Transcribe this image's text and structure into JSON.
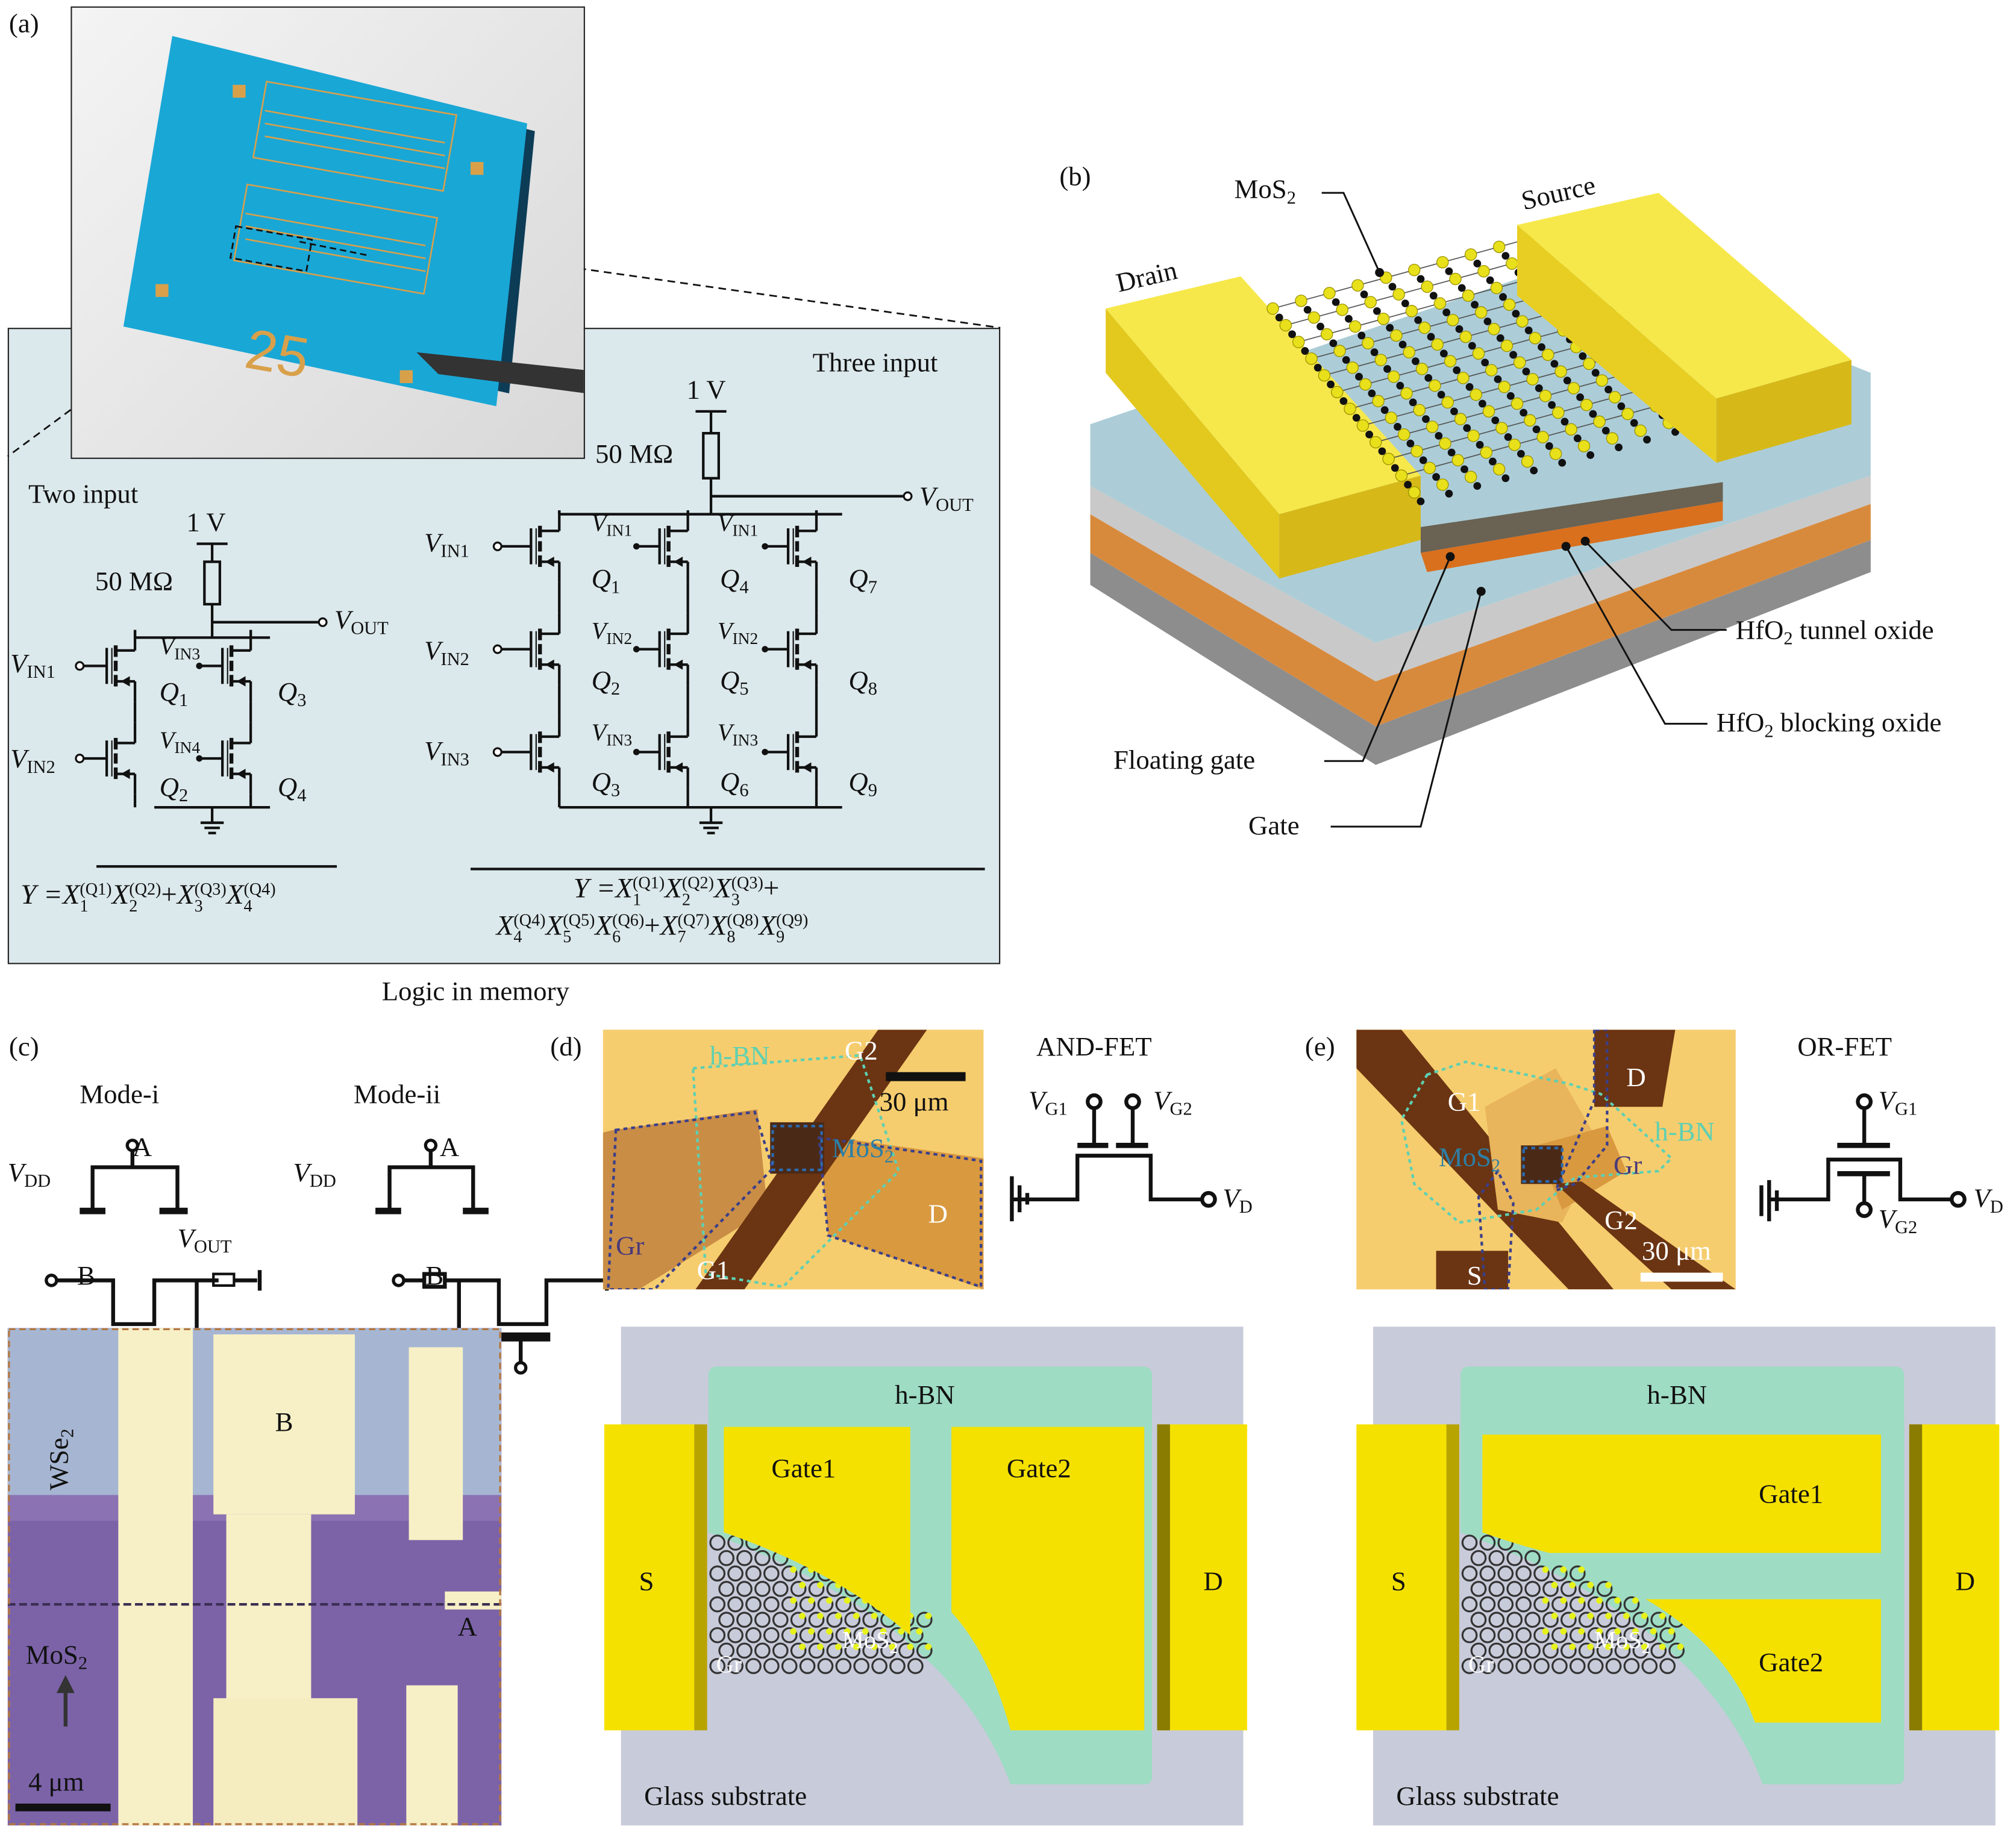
{
  "panel_a": {
    "label": "(a)",
    "chip_number": "25",
    "three_input": {
      "title": "Three input",
      "supply": "1 V",
      "resistor": "50 MΩ",
      "vout": {
        "t": "V",
        "s": "OUT"
      },
      "inputs": [
        {
          "t": "V",
          "s": "IN1"
        },
        {
          "t": "V",
          "s": "IN2"
        },
        {
          "t": "V",
          "s": "IN3"
        }
      ],
      "col2_inputs": [
        {
          "t": "V",
          "s": "IN1"
        },
        {
          "t": "V",
          "s": "IN2"
        },
        {
          "t": "V",
          "s": "IN3"
        }
      ],
      "col3_inputs": [
        {
          "t": "V",
          "s": "IN1"
        },
        {
          "t": "V",
          "s": "IN2"
        },
        {
          "t": "V",
          "s": "IN3"
        }
      ],
      "transistors": [
        {
          "t": "Q",
          "s": "1"
        },
        {
          "t": "Q",
          "s": "2"
        },
        {
          "t": "Q",
          "s": "3"
        },
        {
          "t": "Q",
          "s": "4"
        },
        {
          "t": "Q",
          "s": "5"
        },
        {
          "t": "Q",
          "s": "6"
        },
        {
          "t": "Q",
          "s": "7"
        },
        {
          "t": "Q",
          "s": "8"
        },
        {
          "t": "Q",
          "s": "9"
        }
      ],
      "equation_line1": [
        "Y = ",
        {
          "b": "X",
          "sub": "1",
          "sup": "(Q1)"
        },
        {
          "b": "X",
          "sub": "2",
          "sup": "(Q2)"
        },
        {
          "b": "X",
          "sub": "3",
          "sup": "(Q3)"
        },
        "+"
      ],
      "equation_line2": [
        {
          "b": "X",
          "sub": "4",
          "sup": "(Q4)"
        },
        {
          "b": "X",
          "sub": "5",
          "sup": "(Q5)"
        },
        {
          "b": "X",
          "sub": "6",
          "sup": "(Q6)"
        },
        "+",
        {
          "b": "X",
          "sub": "7",
          "sup": "(Q7)"
        },
        {
          "b": "X",
          "sub": "8",
          "sup": "(Q8)"
        },
        {
          "b": "X",
          "sub": "9",
          "sup": "(Q9)"
        }
      ]
    },
    "two_input": {
      "title": "Two input",
      "supply": "1 V",
      "resistor": "50 MΩ",
      "vout": {
        "t": "V",
        "s": "OUT"
      },
      "inputs": [
        {
          "t": "V",
          "s": "IN1"
        },
        {
          "t": "V",
          "s": "IN2"
        }
      ],
      "col2_inputs": [
        {
          "t": "V",
          "s": "IN3"
        },
        {
          "t": "V",
          "s": "IN4"
        }
      ],
      "transistors": [
        {
          "t": "Q",
          "s": "1"
        },
        {
          "t": "Q",
          "s": "2"
        },
        {
          "t": "Q",
          "s": "3"
        },
        {
          "t": "Q",
          "s": "4"
        }
      ],
      "equation": [
        "Y = ",
        {
          "b": "X",
          "sub": "1",
          "sup": "(Q1)"
        },
        {
          "b": "X",
          "sub": "2",
          "sup": "(Q2)"
        },
        "+",
        {
          "b": "X",
          "sub": "3",
          "sup": "(Q3)"
        },
        {
          "b": "X",
          "sub": "4",
          "sup": "(Q4)"
        }
      ]
    },
    "caption": "Logic in memory"
  },
  "panel_b": {
    "label": "(b)",
    "mos2": {
      "t": "MoS",
      "s": "2"
    },
    "source": "Source",
    "drain": "Drain",
    "tunnel_oxide": {
      "t": "HfO",
      "s": "2",
      "r": " tunnel oxide"
    },
    "blocking_oxide": {
      "t": "HfO",
      "s": "2",
      "r": " blocking oxide"
    },
    "floating_gate": "Floating gate",
    "gate": "Gate"
  },
  "panel_c": {
    "label": "(c)",
    "mode_i": "Mode-i",
    "mode_ii": "Mode-ii",
    "vdd": {
      "t": "V",
      "s": "DD"
    },
    "vout": {
      "t": "V",
      "s": "OUT"
    },
    "a": "A",
    "b": "B",
    "micrograph": {
      "wse2": {
        "t": "WSe",
        "s": "2"
      },
      "mos2": {
        "t": "MoS",
        "s": "2"
      },
      "b": "B",
      "a": "A",
      "scale": "4 μm"
    }
  },
  "panel_d": {
    "label": "(d)",
    "title": "AND-FET",
    "vg1": {
      "t": "V",
      "s": "G1"
    },
    "vg2": {
      "t": "V",
      "s": "G2"
    },
    "vd": {
      "t": "V",
      "s": "D"
    },
    "micrograph": {
      "hbn": "h-BN",
      "g2": "G2",
      "g1": "G1",
      "scale": "30 μm",
      "mos2": {
        "t": "MoS",
        "s": "2"
      },
      "d": "D",
      "gr": "Gr"
    },
    "render": {
      "hbn": "h-BN",
      "gate1": "Gate1",
      "gate2": "Gate2",
      "s": "S",
      "d": "D",
      "gr": "Gr",
      "mos2": {
        "t": "MoS",
        "s": "2"
      },
      "substrate": "Glass substrate"
    }
  },
  "panel_e": {
    "label": "(e)",
    "title": "OR-FET",
    "vg1": {
      "t": "V",
      "s": "G1"
    },
    "vg2": {
      "t": "V",
      "s": "G2"
    },
    "vd": {
      "t": "V",
      "s": "D"
    },
    "micrograph": {
      "d": "D",
      "g1": "G1",
      "hbn": "h-BN",
      "mos2": {
        "t": "MoS",
        "s": "2"
      },
      "gr": "Gr",
      "g2": "G2",
      "scale": "30 μm",
      "s": "S"
    },
    "render": {
      "hbn": "h-BN",
      "gate1": "Gate1",
      "gate2": "Gate2",
      "s": "S",
      "d": "D",
      "gr": "Gr",
      "mos2": {
        "t": "MoS",
        "s": "2"
      },
      "substrate": "Glass substrate"
    }
  },
  "colors": {
    "panel_bg": "#dce9ec",
    "gold": "#f5e100",
    "hbn": "#9edcc4",
    "substrate": "#c8cbd9",
    "micrograph_bg": "#f6cd6e",
    "flake_brown": "#6b3412"
  }
}
